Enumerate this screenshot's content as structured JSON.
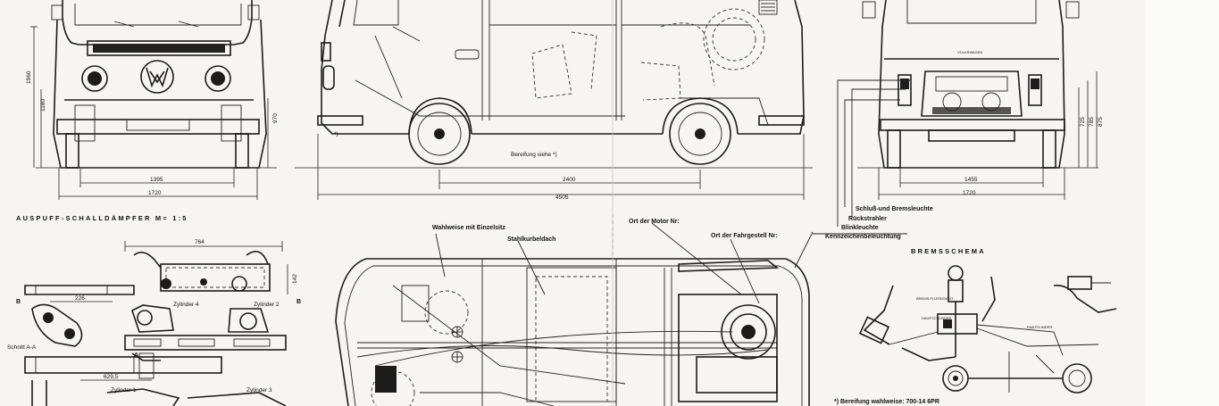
{
  "labels": {
    "auspuff_title": "AUSPUFF-SCHALLDÄMPFER  M= 1:5",
    "bremsschema": "BREMSSCHEMA",
    "bereifung_siehe": "Bereifung siehe *)",
    "bereifung_wahlweise": "*) Bereifung wahlweise: 700-14 6PR",
    "wahlweise": "Wahlweise mit Einzelsitz",
    "stahlkurbeldach": "Stahlkurbeldach",
    "ort_motor": "Ort der Motor Nr:",
    "ort_fahrgestell": "Ort der Fahrgestell Nr:",
    "kennzeichen": "Kennzeichenbeleuchtung",
    "schluss": "Schluß-und Bremsleuchte",
    "rueckstrahler": "Rückstrahler",
    "blinkleuchte": "Blinkleuchte",
    "zylinder4": "Zylinder 4",
    "zylinder2": "Zylinder 2",
    "zylinder1": "Zylinder 1",
    "zylinder3": "Zylinder 3",
    "schnitt_ab": "Schnitt A-A",
    "letter_b_left": "B",
    "letter_b_right": "B",
    "letter_a": "A"
  },
  "dimensions": {
    "height_1960": "1960",
    "height_1180": "1180",
    "height_970": "970",
    "front_track": "1395",
    "front_width": "1720",
    "wheelbase": "2400",
    "length": "4505",
    "rear_track": "1455",
    "rear_width": "1720",
    "rear_725": "725",
    "rear_785": "785",
    "rear_875": "875",
    "muffler_764": "764",
    "muffler_226": "226",
    "muffler_142": "142",
    "muffler_629": "629,5"
  },
  "colors": {
    "ink": "#1c1c1c",
    "paper": "#f6f5f1"
  }
}
